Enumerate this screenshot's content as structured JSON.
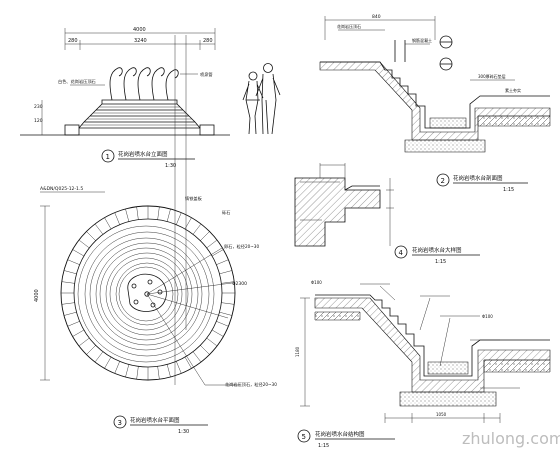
{
  "dimensions": {
    "d_total": "4000",
    "d_top_left": "280",
    "d_top_mid": "3240",
    "d_top_right": "280",
    "d_height_a": "120",
    "d_height_b": "230",
    "plan_outer": "4000"
  },
  "labels": {
    "elev_note_left": "白色、花岗岩压顶石",
    "elev_note_right": "喷泉管",
    "plan_spec": "A&DN/Q025-12-1.5",
    "plan_r1": "Φ2300",
    "plan_note_a": "铸铁盖板",
    "plan_note_b": "砾石",
    "plan_note_c": "卵石，粒径20~30",
    "plan_note_d": "花岗岩压顶石，粒径20~30",
    "sec2_n1": "花岗岩压顶石",
    "sec2_n2": "钢筋混凝土",
    "sec2_n3": "300厚碎石垫层",
    "sec2_n4": "素土夯实",
    "sec2_dim": "840",
    "sec5_n1": "Φ100",
    "sec5_n2": "Φ100",
    "sec5_n3": "1180",
    "sec5_n4": "1050"
  },
  "titles": {
    "t1_num": "1",
    "t1_text": "花岗岩喷水台立面图",
    "t1_scale": "1:30",
    "t2_num": "2",
    "t2_text": "花岗岩喷水台剖面图",
    "t2_scale": "1:15",
    "t3_num": "3",
    "t3_text": "花岗岩喷水台平面图",
    "t3_scale": "1:30",
    "t4_num": "4",
    "t4_text": "花岗岩喷水台大样图",
    "t4_scale": "1:15",
    "t5_num": "5",
    "t5_text": "花岗岩喷水台结构图",
    "t5_scale": "1:15"
  },
  "watermark": "zhulong.com"
}
